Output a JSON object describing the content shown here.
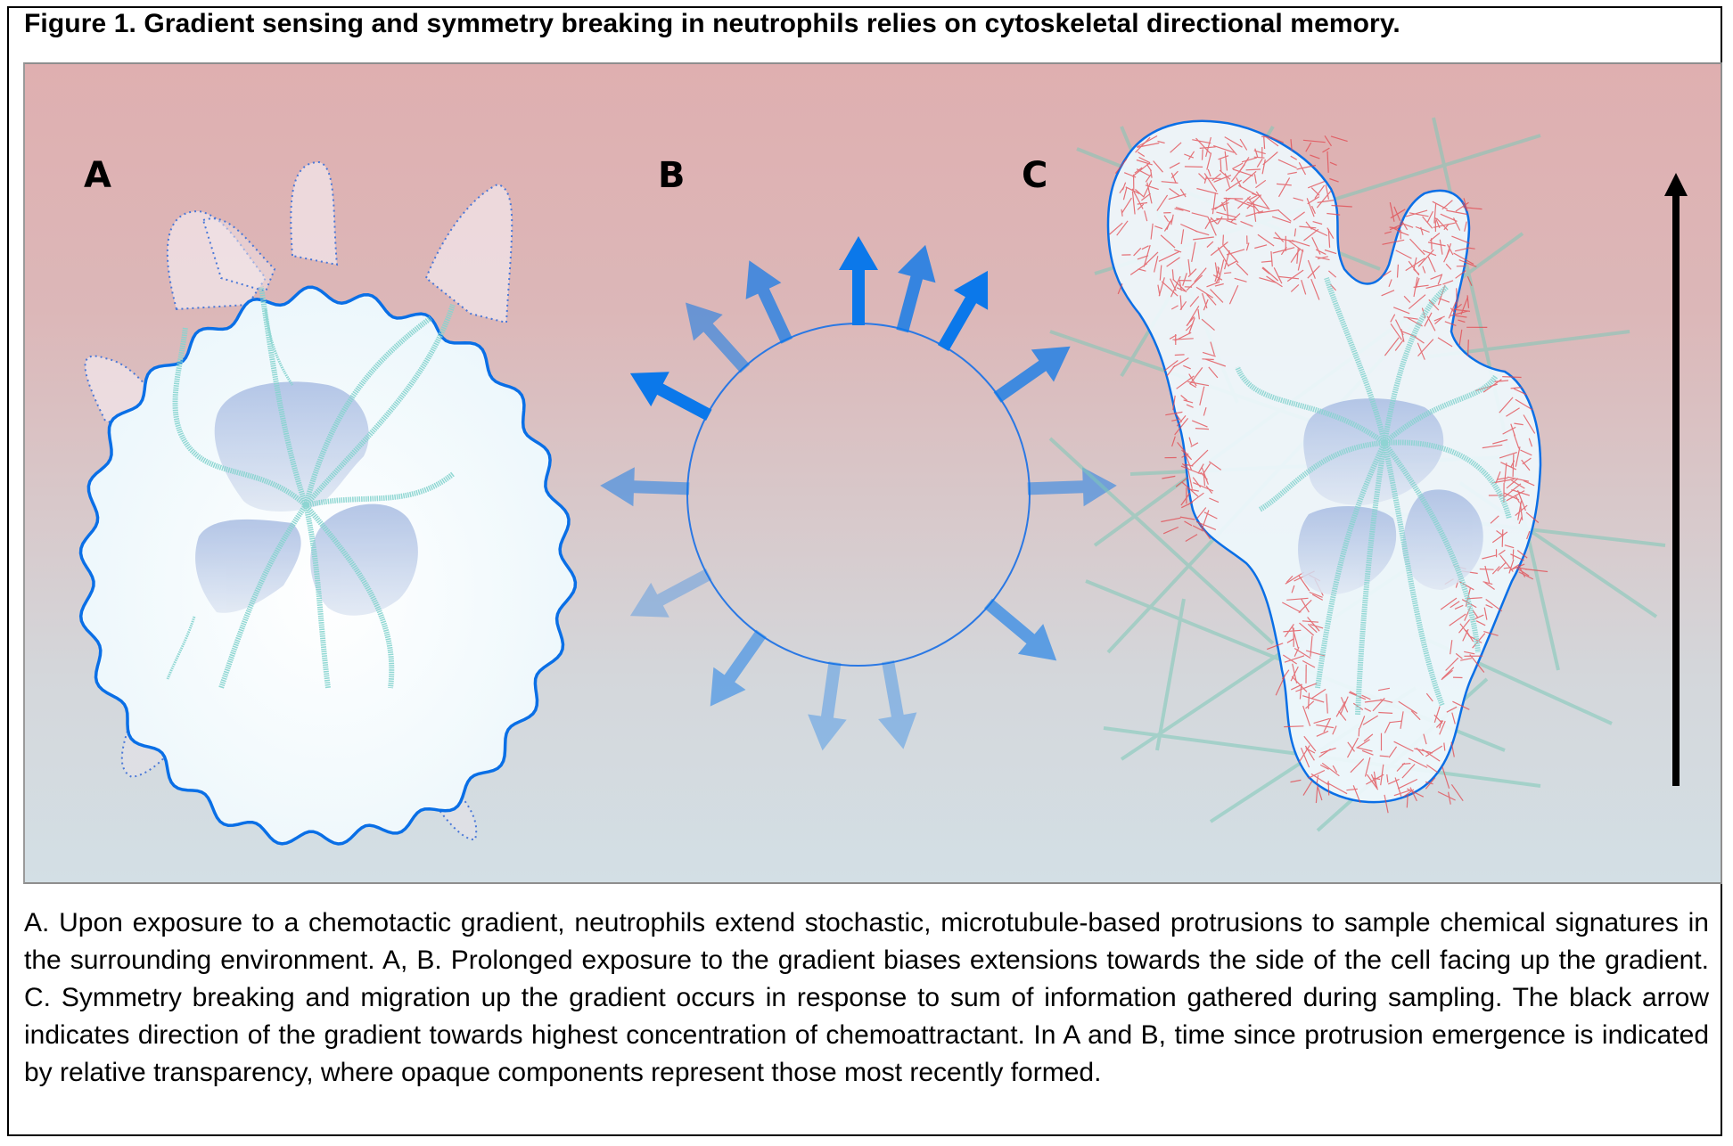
{
  "figure": {
    "title": "Figure 1. Gradient sensing and symmetry breaking in neutrophils relies on cytoskeletal directional memory.",
    "panels": [
      {
        "label": "A",
        "description": "Neutrophil extending stochastic microtubule-based protrusions; older protrusions shown transparent with dotted outline"
      },
      {
        "label": "B",
        "description": "Circular cell with outward arrows; arrows toward the top of the gradient are more opaque"
      },
      {
        "label": "C",
        "description": "Polarized migrating cell with actin network (red) at the periphery and microtubules (teal) radiating from the centrosome"
      }
    ],
    "gradient_arrow": {
      "direction": "up",
      "meaning": "direction of the gradient towards highest concentration of chemoattractant"
    },
    "colors": {
      "background_top": "#dfafb0",
      "background_bottom": "#d3dfe5",
      "membrane": "#0a6fe6",
      "cytoplasm": "#eef8fc",
      "nucleus": "#9fb4dc",
      "microtubule": "#7dd3cf",
      "actin": "#e0424a",
      "arrow_strong": "#0b78ea",
      "gradient_arrow": "#000000"
    },
    "caption": "A. Upon exposure to a chemotactic gradient, neutrophils extend stochastic, microtubule-based protrusions to sample chemical signatures in the surrounding environment. A, B. Prolonged exposure to the gradient biases extensions towards the side of the cell facing up the gradient. C. Symmetry breaking and migration up the gradient occurs in response to sum of information gathered during sampling. The black arrow indicates direction of the gradient towards highest concentration of chemoattractant. In A and B, time since protrusion emergence is indicated by relative transparency, where opaque components represent those most recently formed.",
    "panel_b_arrows": [
      {
        "angle_deg": 90,
        "opacity": 1.0
      },
      {
        "angle_deg": 75,
        "opacity": 0.8
      },
      {
        "angle_deg": 60,
        "opacity": 1.0
      },
      {
        "angle_deg": 35,
        "opacity": 0.75
      },
      {
        "angle_deg": 2,
        "opacity": 0.5
      },
      {
        "angle_deg": -40,
        "opacity": 0.6
      },
      {
        "angle_deg": -80,
        "opacity": 0.35
      },
      {
        "angle_deg": -98,
        "opacity": 0.35
      },
      {
        "angle_deg": -125,
        "opacity": 0.5
      },
      {
        "angle_deg": -152,
        "opacity": 0.3
      },
      {
        "angle_deg": 178,
        "opacity": 0.5
      },
      {
        "angle_deg": 152,
        "opacity": 1.0
      },
      {
        "angle_deg": 132,
        "opacity": 0.55
      },
      {
        "angle_deg": 115,
        "opacity": 0.7
      }
    ]
  }
}
